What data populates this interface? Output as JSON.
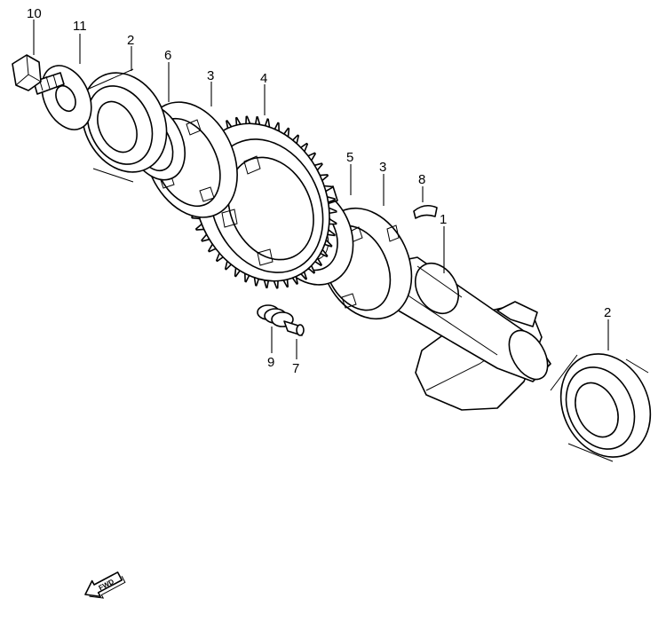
{
  "diagram": {
    "callouts": [
      {
        "id": "c10",
        "label": "10"
      },
      {
        "id": "c11",
        "label": "11"
      },
      {
        "id": "c2a",
        "label": "2"
      },
      {
        "id": "c6",
        "label": "6"
      },
      {
        "id": "c3a",
        "label": "3"
      },
      {
        "id": "c4",
        "label": "4"
      },
      {
        "id": "c5",
        "label": "5"
      },
      {
        "id": "c3b",
        "label": "3"
      },
      {
        "id": "c8",
        "label": "8"
      },
      {
        "id": "c1",
        "label": "1"
      },
      {
        "id": "c2b",
        "label": "2"
      },
      {
        "id": "c9",
        "label": "9"
      },
      {
        "id": "c7",
        "label": "7"
      }
    ],
    "fwd_label": "FWD"
  }
}
